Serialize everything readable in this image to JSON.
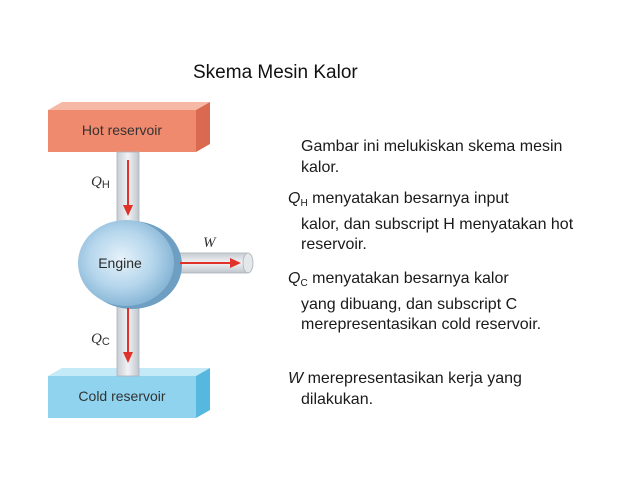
{
  "slide": {
    "title": "Skema Mesin Kalor"
  },
  "diagram": {
    "hot_reservoir_label": "Hot reservoir",
    "cold_reservoir_label": "Cold reservoir",
    "engine_label": "Engine",
    "qh_symbol": "Q",
    "qh_subscript": "H",
    "qc_symbol": "Q",
    "qc_subscript": "C",
    "work_symbol": "W",
    "colors": {
      "hot_reservoir": "#f08a6e",
      "cold_reservoir": "#8fd3ef",
      "engine": "#a9cde6",
      "pipe": "#d9dde2",
      "arrow": "#e0312a"
    }
  },
  "text": {
    "p1": "Gambar ini melukiskan skema mesin kalor.",
    "p2_symbol": "Q",
    "p2_subscript": "H",
    "p2_first": "menyatakan besarnya input",
    "p2_rest": "kalor, dan subscript H menyatakan hot reservoir.",
    "p3_symbol": "Q",
    "p3_subscript": "C",
    "p3_first": "menyatakan besarnya kalor",
    "p3_rest": "yang dibuang, dan subscript C merepresentasikan  cold reservoir.",
    "p4_symbol": "W",
    "p4_first": "merepresentasikan kerja yang",
    "p4_rest": "dilakukan."
  }
}
